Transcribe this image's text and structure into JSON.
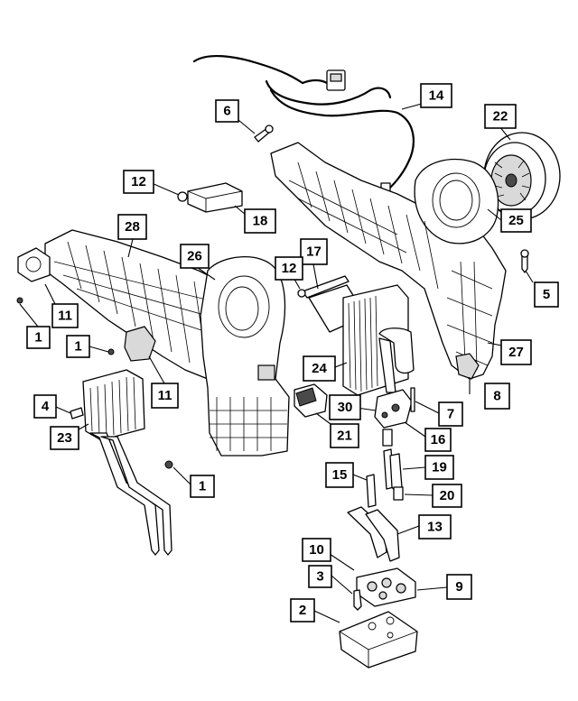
{
  "callouts": [
    {
      "key": "c1a",
      "label": "1"
    },
    {
      "key": "c1b",
      "label": "1"
    },
    {
      "key": "c1c",
      "label": "1"
    },
    {
      "key": "c2",
      "label": "2"
    },
    {
      "key": "c3",
      "label": "3"
    },
    {
      "key": "c4",
      "label": "4"
    },
    {
      "key": "c5",
      "label": "5"
    },
    {
      "key": "c6",
      "label": "6"
    },
    {
      "key": "c7",
      "label": "7"
    },
    {
      "key": "c8",
      "label": "8"
    },
    {
      "key": "c9",
      "label": "9"
    },
    {
      "key": "c10",
      "label": "10"
    },
    {
      "key": "c11a",
      "label": "11"
    },
    {
      "key": "c11b",
      "label": "11"
    },
    {
      "key": "c12a",
      "label": "12"
    },
    {
      "key": "c12b",
      "label": "12"
    },
    {
      "key": "c13",
      "label": "13"
    },
    {
      "key": "c14",
      "label": "14"
    },
    {
      "key": "c15",
      "label": "15"
    },
    {
      "key": "c16",
      "label": "16"
    },
    {
      "key": "c17",
      "label": "17"
    },
    {
      "key": "c18",
      "label": "18"
    },
    {
      "key": "c19",
      "label": "19"
    },
    {
      "key": "c20",
      "label": "20"
    },
    {
      "key": "c21",
      "label": "21"
    },
    {
      "key": "c22",
      "label": "22"
    },
    {
      "key": "c23",
      "label": "23"
    },
    {
      "key": "c24",
      "label": "24"
    },
    {
      "key": "c25",
      "label": "25"
    },
    {
      "key": "c26",
      "label": "26"
    },
    {
      "key": "c27",
      "label": "27"
    },
    {
      "key": "c28",
      "label": "28"
    },
    {
      "key": "c30",
      "label": "30"
    }
  ]
}
